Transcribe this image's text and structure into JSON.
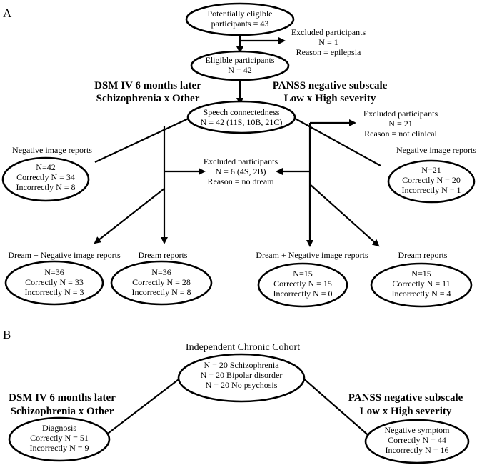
{
  "panel_a": {
    "label": "A",
    "potential": {
      "line1": "Potentially eligible",
      "line2": "participants = 43"
    },
    "excluded1": {
      "title": "Excluded participants",
      "n": "N = 1",
      "reason": "Reason = epilepsia"
    },
    "eligible": {
      "line1": "Eligible participants",
      "line2": "N = 42"
    },
    "left_heading": {
      "line1": "DSM IV 6 months later",
      "line2": "Schizophrenia x Other"
    },
    "right_heading": {
      "line1": "PANSS negative subscale",
      "line2": "Low x High severity"
    },
    "speech": {
      "line1": "Speech connectedness",
      "line2": "N = 42 (11S, 10B, 21C)"
    },
    "excluded2": {
      "title": "Excluded participants",
      "n": "N = 21",
      "reason": "Reason = not clinical"
    },
    "excluded3": {
      "title": "Excluded participants",
      "n": "N = 6 (4S, 2B)",
      "reason": "Reason = no dream"
    },
    "neg_left": {
      "label": "Negative image reports",
      "n": "N=42",
      "correct": "Correctly N = 34",
      "incorrect": "Incorrectly N = 8"
    },
    "neg_right": {
      "label": "Negative image reports",
      "n": "N=21",
      "correct": "Correctly N = 20",
      "incorrect": "Incorrectly N = 1"
    },
    "dn_left": {
      "label": "Dream + Negative image reports",
      "n": "N=36",
      "correct": "Correctly N = 33",
      "incorrect": "Incorrectly N = 3"
    },
    "d_left": {
      "label": "Dream reports",
      "n": "N=36",
      "correct": "Correctly N = 28",
      "incorrect": "Incorrectly N = 8"
    },
    "dn_right": {
      "label": "Dream + Negative image reports",
      "n": "N=15",
      "correct": "Correctly N = 15",
      "incorrect": "Incorrectly N = 0"
    },
    "d_right": {
      "label": "Dream reports",
      "n": "N=15",
      "correct": "Correctly N = 11",
      "incorrect": "Incorrectly N = 4"
    }
  },
  "panel_b": {
    "label": "B",
    "cohort_title": "Independent Chronic Cohort",
    "cohort": {
      "line1": "N = 20 Schizophrenia",
      "line2": "N = 20 Bipolar disorder",
      "line3": "N = 20 No psychosis"
    },
    "left_heading": {
      "line1": "DSM IV 6 months later",
      "line2": "Schizophrenia x Other"
    },
    "right_heading": {
      "line1": "PANSS negative subscale",
      "line2": "Low x High severity"
    },
    "diagnosis": {
      "title": "Diagnosis",
      "correct": "Correctly N = 51",
      "incorrect": "Incorrectly N = 9"
    },
    "negative_symptom": {
      "title": "Negative symptom",
      "correct": "Correctly N = 44",
      "incorrect": "Incorrectly N = 16"
    }
  }
}
